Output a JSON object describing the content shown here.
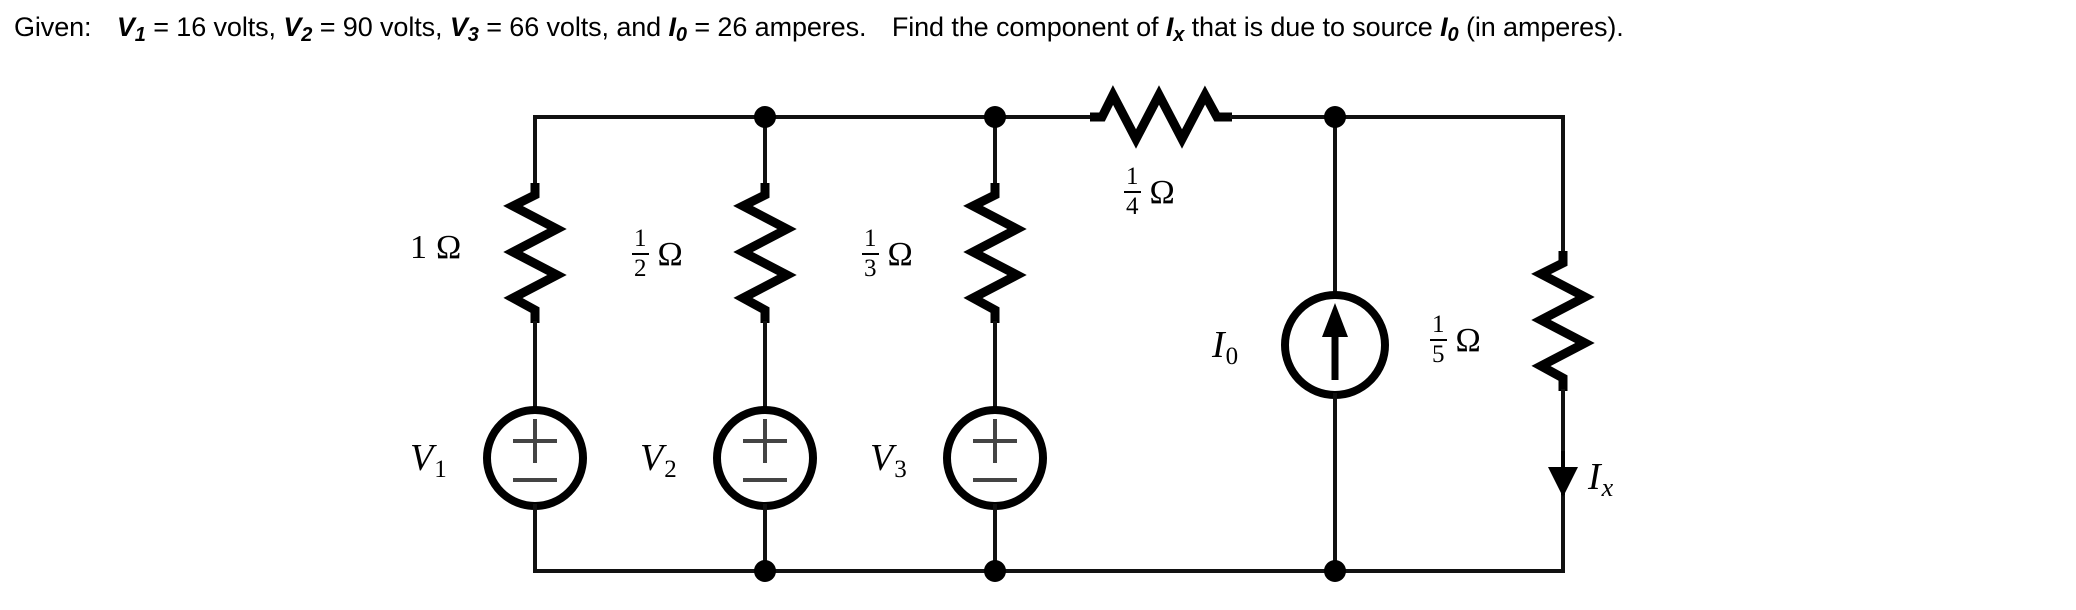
{
  "problem": {
    "prefix": "Given:",
    "givens": [
      {
        "symbol": "V",
        "subscript": "1",
        "value": "16 volts"
      },
      {
        "symbol": "V",
        "subscript": "2",
        "value": "90 volts"
      },
      {
        "symbol": "V",
        "subscript": "3",
        "value": "66 volts"
      },
      {
        "symbol": "I",
        "subscript": "0",
        "value": "26 amperes"
      }
    ],
    "conjunction": "and",
    "question_part1": "Find the component of",
    "question_symbol": "I",
    "question_subscript": "x",
    "question_part2": "that is due to source",
    "source_symbol": "I",
    "source_subscript": "0",
    "question_part3": "(in amperes).",
    "full_text": "Given:  V1 = 16 volts, V2 = 90 volts, V3 = 66 volts, and I0 = 26 amperes.  Find the component of Ix that is due to source I0 (in amperes)."
  },
  "circuit": {
    "type": "resistive-network-with-sources",
    "title": "",
    "line_color": "#111111",
    "background": "#ffffff",
    "resistors": [
      {
        "id": "r1",
        "label_numerator": "1",
        "label_denominator": "",
        "label_whole": "1",
        "unit": "Ω",
        "orientation": "vertical",
        "branch": "left"
      },
      {
        "id": "r2",
        "label_numerator": "1",
        "label_denominator": "2",
        "label_whole": "",
        "unit": "Ω",
        "orientation": "vertical",
        "branch": "second"
      },
      {
        "id": "r3",
        "label_numerator": "1",
        "label_denominator": "3",
        "label_whole": "",
        "unit": "Ω",
        "orientation": "vertical",
        "branch": "third"
      },
      {
        "id": "r4",
        "label_numerator": "1",
        "label_denominator": "4",
        "label_whole": "",
        "unit": "Ω",
        "orientation": "horizontal",
        "branch": "top-rail"
      },
      {
        "id": "r5",
        "label_numerator": "1",
        "label_denominator": "5",
        "label_whole": "",
        "unit": "Ω",
        "orientation": "vertical",
        "branch": "right"
      }
    ],
    "voltage_sources": [
      {
        "id": "v1",
        "symbol": "V",
        "subscript": "1",
        "plus": "+",
        "minus": "–",
        "polarity": "plus-on-top"
      },
      {
        "id": "v2",
        "symbol": "V",
        "subscript": "2",
        "plus": "+",
        "minus": "–",
        "polarity": "plus-on-top"
      },
      {
        "id": "v3",
        "symbol": "V",
        "subscript": "3",
        "plus": "+",
        "minus": "–",
        "polarity": "plus-on-top"
      }
    ],
    "current_sources": [
      {
        "id": "i0",
        "symbol": "I",
        "subscript": "0",
        "direction": "up"
      }
    ],
    "current_labels": [
      {
        "id": "ix",
        "symbol": "I",
        "subscript": "x",
        "direction": "down",
        "branch": "right"
      }
    ]
  }
}
